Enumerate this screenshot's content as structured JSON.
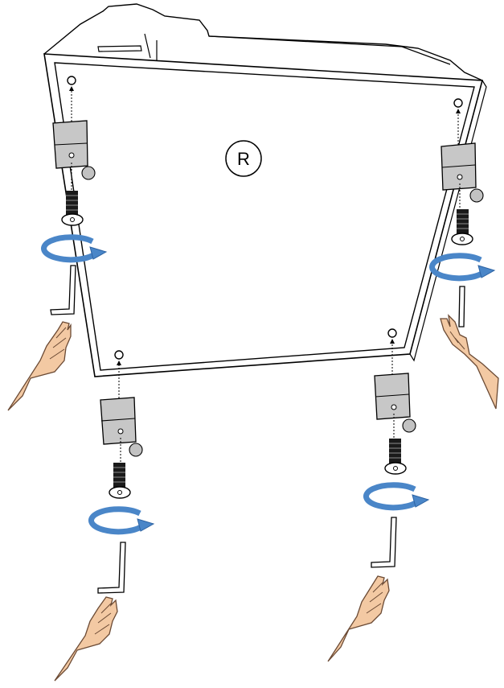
{
  "diagram": {
    "panel_label": "R",
    "steps": [
      {
        "id": "front-left"
      },
      {
        "id": "front-right"
      },
      {
        "id": "rear-left"
      },
      {
        "id": "rear-right"
      }
    ],
    "colors": {
      "outline": "#000000",
      "panel_fill": "#ffffff",
      "bracket_fill": "#c7c7c7",
      "washer_fill": "#c2c2c2",
      "screw_fill": "#1a1a1a",
      "rotate_arrow": "#4a86c8",
      "rotate_arrow_dark": "#2d63a3",
      "skin": "#f3c9a3",
      "skin_outline": "#6b4a34"
    },
    "icons": [
      "bracket-icon",
      "washer-icon",
      "screw-icon",
      "rotate-arrow-icon",
      "hex-key-icon",
      "hand-icon"
    ]
  }
}
